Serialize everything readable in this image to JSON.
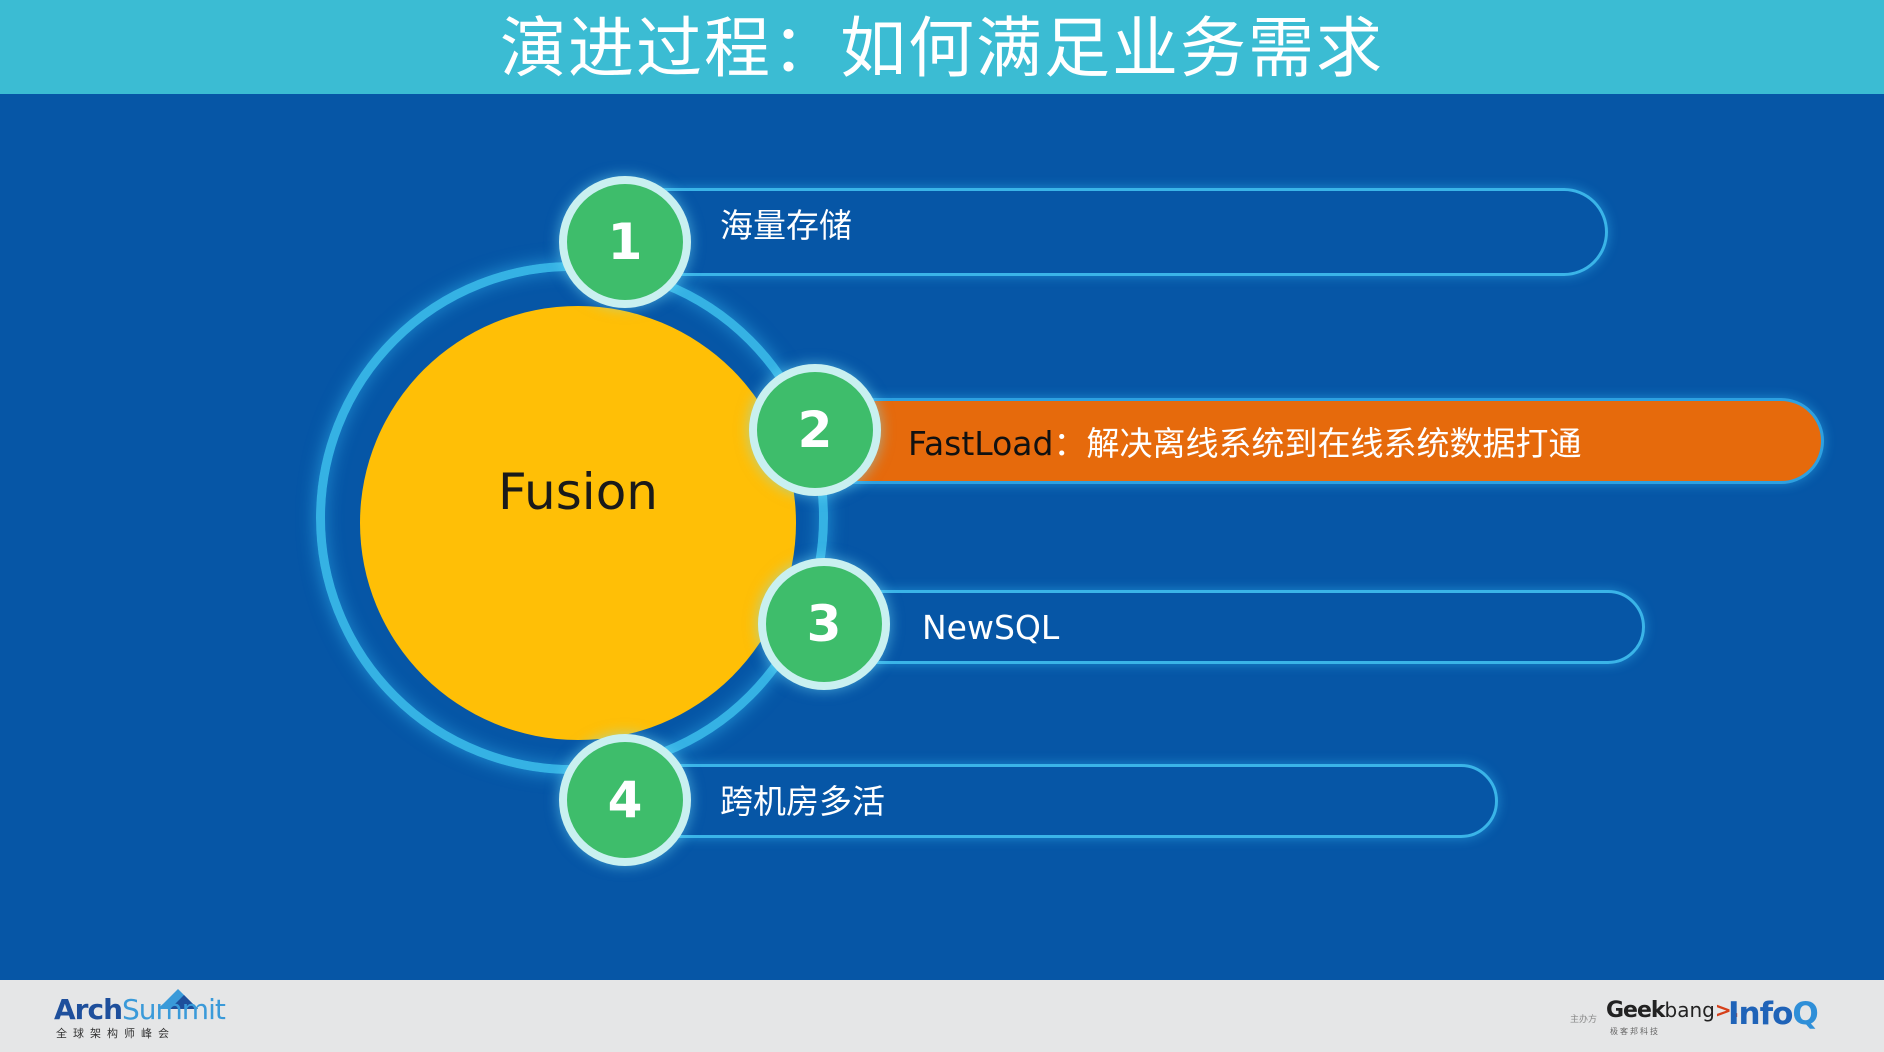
{
  "slide": {
    "title": "演进过程：如何满足业务需求",
    "center_label": "Fusion",
    "items": [
      {
        "number": "1",
        "label": "海量存储",
        "highlighted": false
      },
      {
        "number": "2",
        "label_prefix": "FastLoad",
        "label_rest": "：解决离线系统到在线系统数据打通",
        "highlighted": true
      },
      {
        "number": "3",
        "label": "NewSQL",
        "highlighted": false
      },
      {
        "number": "4",
        "label": "跨机房多活",
        "highlighted": false
      }
    ]
  },
  "footer": {
    "left_logo_word_a": "Arch",
    "left_logo_word_b": "Summit",
    "left_logo_sub": "全球架构师峰会",
    "host_label": "主办方",
    "geek_bold": "Geek",
    "geek_rest": "bang",
    "geek_arrow": ">.",
    "geek_sub": "极客邦科技",
    "infoq_a": "Info",
    "infoq_b": "Q"
  },
  "colors": {
    "background": "#0656a6",
    "header": "#3bbcd3",
    "sun": "#ffbf06",
    "node": "#3ebd6b",
    "highlight_bar": "#e66a0c",
    "ring": "#35b2e4"
  }
}
